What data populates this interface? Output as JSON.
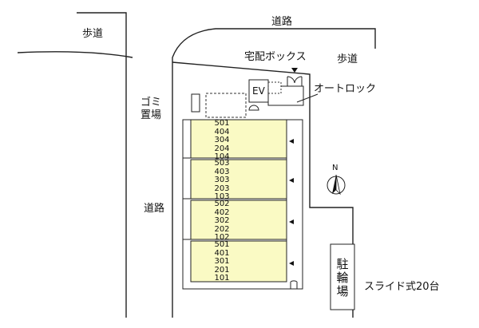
{
  "labels": {
    "road_top": "道路",
    "sidewalk_left": "歩道",
    "sidewalk_right": "歩道",
    "parcel_box": "宅配ボックス",
    "elevator": "EV",
    "autolock": "オートロック",
    "garbage": "ゴミ置場",
    "road_left": "道路",
    "north": "N",
    "bicycle_parking": "駐輪場",
    "bicycle_note": "スライド式20台"
  },
  "unit_columns": [
    [
      "501",
      "404",
      "304",
      "204",
      "104"
    ],
    [
      "503",
      "403",
      "303",
      "203",
      "103"
    ],
    [
      "502",
      "402",
      "302",
      "202",
      "102"
    ],
    [
      "501",
      "401",
      "301",
      "201",
      "101"
    ]
  ]
}
